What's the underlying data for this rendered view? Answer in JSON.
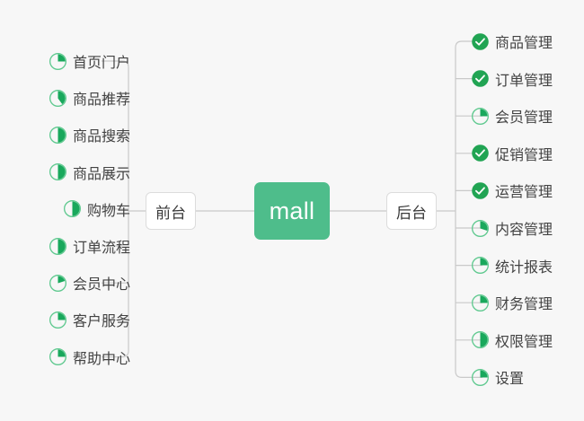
{
  "diagram": {
    "type": "mind-map",
    "title": "mall",
    "background_color": "#f7f7f7",
    "accent_color": "#4ebd8b",
    "done_color": "#21a453",
    "ring_color": "#5fc98f",
    "line_color": "#c9c9c9",
    "text_color": "#434343"
  },
  "root": {
    "label": "mall"
  },
  "branches": [
    {
      "side": "left",
      "label": "前台",
      "items": [
        {
          "label": "首页门户",
          "icon": "pie-progress-icon",
          "progress": 25,
          "status": "in-progress"
        },
        {
          "label": "商品推荐",
          "icon": "pie-progress-icon",
          "progress": 40,
          "status": "in-progress"
        },
        {
          "label": "商品搜索",
          "icon": "pie-progress-icon",
          "progress": 50,
          "status": "in-progress"
        },
        {
          "label": "商品展示",
          "icon": "pie-progress-icon",
          "progress": 50,
          "status": "in-progress"
        },
        {
          "label": "购物车",
          "icon": "pie-progress-icon",
          "progress": 50,
          "status": "in-progress"
        },
        {
          "label": "订单流程",
          "icon": "pie-progress-icon",
          "progress": 50,
          "status": "in-progress"
        },
        {
          "label": "会员中心",
          "icon": "pie-progress-icon",
          "progress": 20,
          "status": "in-progress"
        },
        {
          "label": "客户服务",
          "icon": "pie-progress-icon",
          "progress": 25,
          "status": "in-progress"
        },
        {
          "label": "帮助中心",
          "icon": "pie-progress-icon",
          "progress": 25,
          "status": "in-progress"
        }
      ]
    },
    {
      "side": "right",
      "label": "后台",
      "items": [
        {
          "label": "商品管理",
          "icon": "check-circle-icon",
          "progress": 100,
          "status": "done"
        },
        {
          "label": "订单管理",
          "icon": "check-circle-icon",
          "progress": 100,
          "status": "done"
        },
        {
          "label": "会员管理",
          "icon": "pie-progress-icon",
          "progress": 25,
          "status": "in-progress"
        },
        {
          "label": "促销管理",
          "icon": "check-circle-icon",
          "progress": 100,
          "status": "done"
        },
        {
          "label": "运营管理",
          "icon": "check-circle-icon",
          "progress": 100,
          "status": "done"
        },
        {
          "label": "内容管理",
          "icon": "pie-progress-icon",
          "progress": 30,
          "status": "in-progress"
        },
        {
          "label": "统计报表",
          "icon": "pie-progress-icon",
          "progress": 25,
          "status": "in-progress"
        },
        {
          "label": "财务管理",
          "icon": "pie-progress-icon",
          "progress": 25,
          "status": "in-progress"
        },
        {
          "label": "权限管理",
          "icon": "pie-progress-icon",
          "progress": 50,
          "status": "in-progress"
        },
        {
          "label": "设置",
          "icon": "pie-progress-icon",
          "progress": 25,
          "status": "in-progress"
        }
      ]
    }
  ]
}
